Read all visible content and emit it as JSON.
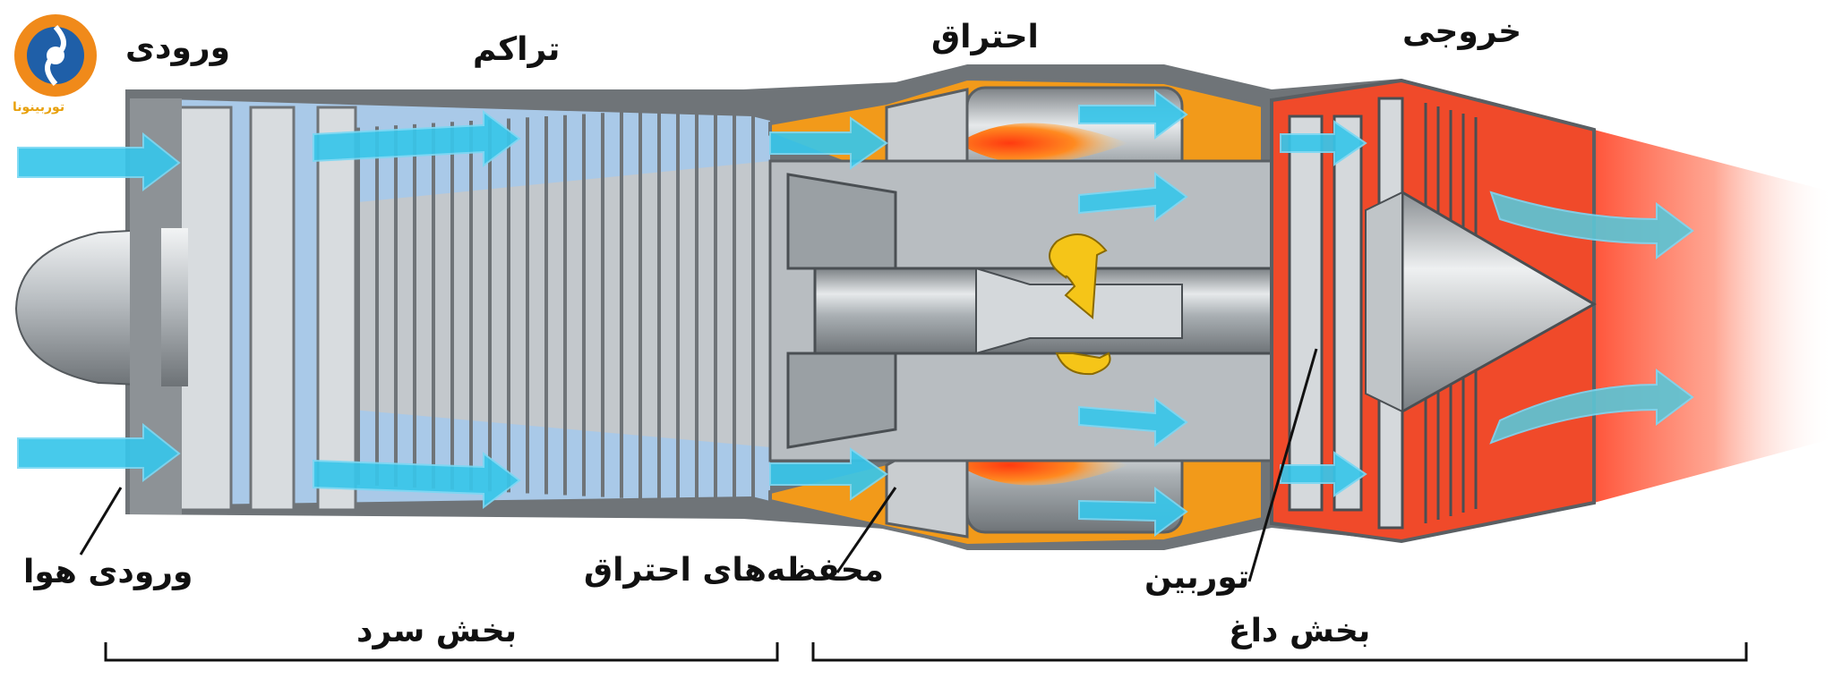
{
  "labels": {
    "inlet": "ورودی",
    "compressor": "تراکم",
    "combustion": "احتراق",
    "exhaust": "خروجی",
    "air_intake": "ورودی هوا",
    "combustion_chambers": "محفظه‌های احتراق",
    "turbine": "توربین",
    "cold_section": "بخش سرد",
    "hot_section": "بخش داغ"
  },
  "logo": {
    "text": "توربینونا"
  },
  "colors": {
    "casing": "#6f7478",
    "compressor_band": "#a9c9e8",
    "compressor_body": "#c3c8cc",
    "combustion_orange": "#f29a1a",
    "hot_red": "#f04a2a",
    "exhaust_glow": "#ff6a4a",
    "flame": "#ff6a1a",
    "airflow_arrow": "#38c6ea",
    "rotation_arrow": "#f5c518",
    "logo_blue": "#1f5fa8",
    "logo_orange": "#f08a1a"
  }
}
